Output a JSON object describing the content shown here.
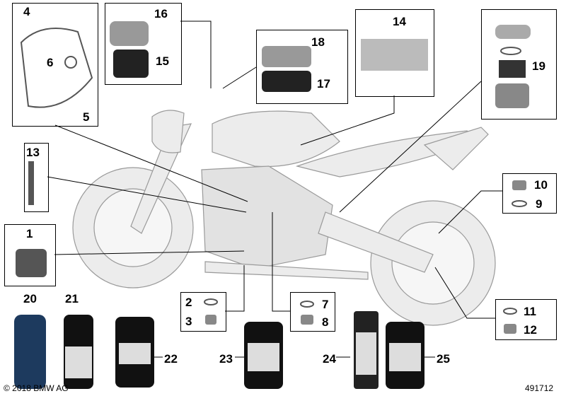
{
  "callouts": {
    "n1": "1",
    "n2": "2",
    "n3": "3",
    "n4": "4",
    "n5": "5",
    "n6": "6",
    "n7": "7",
    "n8": "8",
    "n9": "9",
    "n10": "10",
    "n11": "11",
    "n12": "12",
    "n13": "13",
    "n14": "14",
    "n15": "15",
    "n16": "16",
    "n17": "17",
    "n18": "18",
    "n19": "19",
    "n20": "20",
    "n21": "21",
    "n22": "22",
    "n23": "23",
    "n24": "24",
    "n25": "25"
  },
  "footer": {
    "copyright": "© 2018 BMW AG",
    "diagram_id": "491712"
  },
  "colors": {
    "bike": "#e6e6e6",
    "bike_outline": "#9a9a9a",
    "parts": "#555555",
    "bottle": "#111111",
    "line": "#000000"
  }
}
